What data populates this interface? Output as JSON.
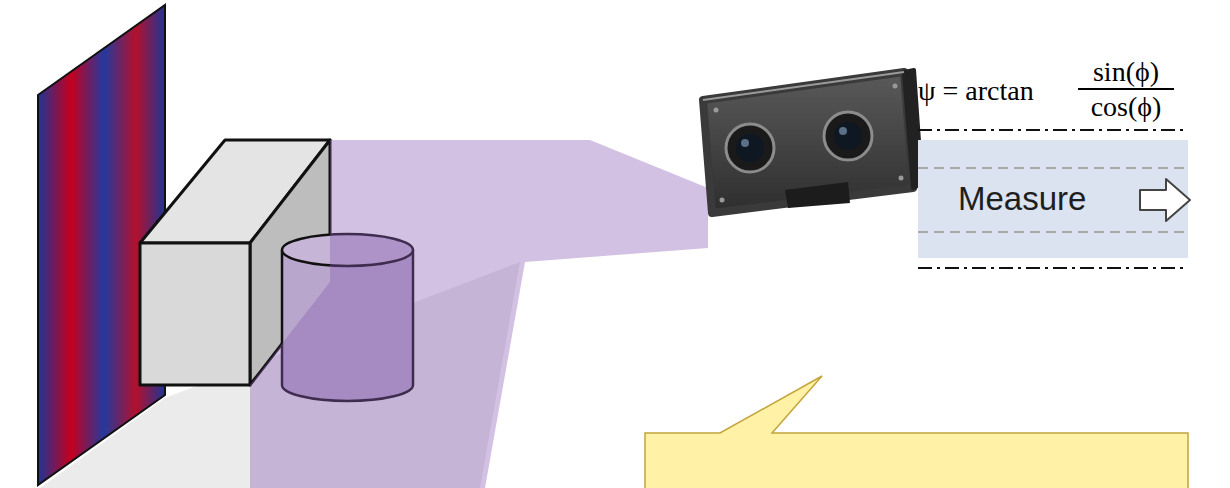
{
  "diagram": {
    "nodes": [
      {
        "text": [
          "Measure"
        ]
      }
    ],
    "labels": [
      "ψ = arctan",
      "sin(ϕ)",
      "cos(ϕ)"
    ]
  }
}
